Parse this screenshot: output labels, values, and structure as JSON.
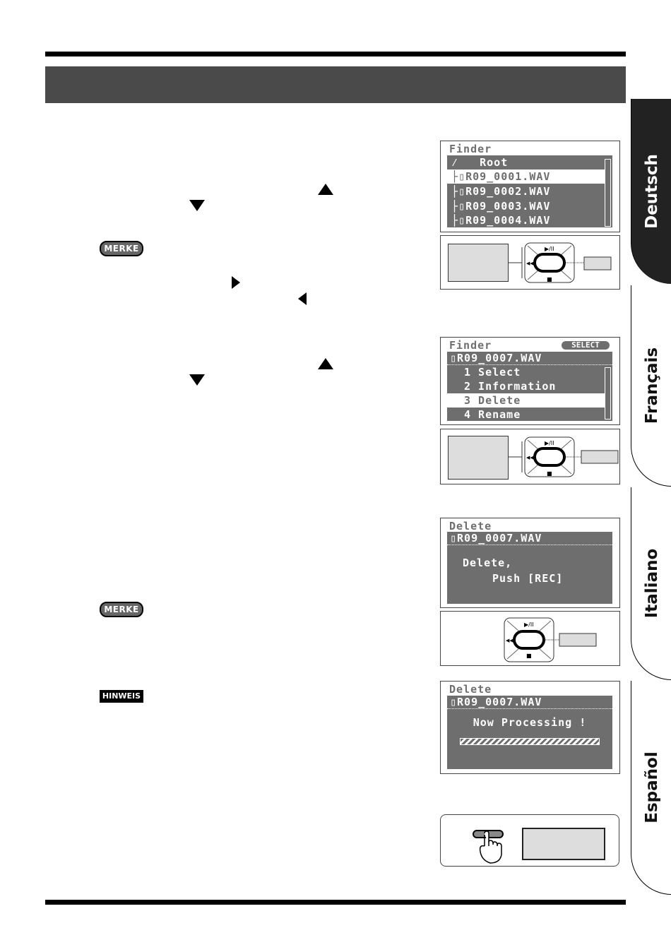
{
  "side_tabs": [
    {
      "label": "Deutsch",
      "active": true
    },
    {
      "label": "Français",
      "active": false
    },
    {
      "label": "Italiano",
      "active": false
    },
    {
      "label": "Español",
      "active": false
    }
  ],
  "notes": {
    "merke_1": "MERKE",
    "merke_2": "MERKE",
    "hinweis": "HINWEIS"
  },
  "finder_panel": {
    "title": "Finder",
    "root": "Root",
    "files": [
      "R09_0001.WAV",
      "R09_0002.WAV",
      "R09_0003.WAV",
      "R09_0004.WAV"
    ],
    "selected_index": 0
  },
  "menu_panel": {
    "title": "Finder",
    "badge": "SELECT",
    "file": "R09_0007.WAV",
    "items": [
      "1 Select",
      "2 Information",
      "3 Delete",
      "4 Rename"
    ],
    "selected_index": 2
  },
  "delete_confirm_panel": {
    "title": "Delete",
    "file": "R09_0007.WAV",
    "line1": "Delete,",
    "line2": "Push [REC]"
  },
  "processing_panel": {
    "title": "Delete",
    "file": "R09_0007.WAV",
    "message": "Now Processing !",
    "progress": 1.0
  },
  "pad_labels": {
    "play": "▶/II",
    "rew": "◀◀",
    "stop": "■"
  }
}
